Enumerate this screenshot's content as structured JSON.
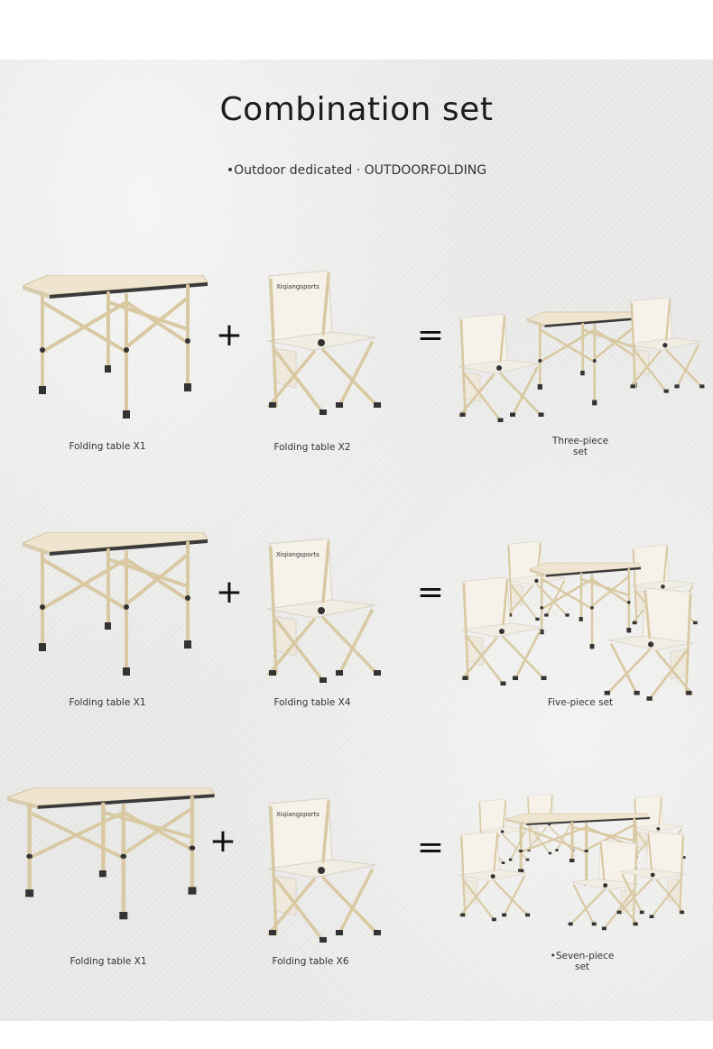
{
  "header": {
    "title": "Combination set",
    "subtitle": "•Outdoor dedicated · OUTDOORFOLDING"
  },
  "brand_on_chair": "Xiqiangsports",
  "operators": {
    "plus": "+",
    "equals": "="
  },
  "rows": [
    {
      "table_label": "Folding table X1",
      "chair_label": "Folding table X2",
      "result_label_1": "Three-piece",
      "result_label_2": "set"
    },
    {
      "table_label": "Folding table X1",
      "chair_label": "Folding table X4",
      "result_label_1": "Five-piece set",
      "result_label_2": ""
    },
    {
      "table_label": "Folding table X1",
      "chair_label": "Folding table X6",
      "result_label_1": "•Seven-piece",
      "result_label_2": "set"
    }
  ],
  "colors": {
    "frame": "#d9c9a3",
    "tabletop": "#efe4cf",
    "chair": "#f6f2ea",
    "background": "#ececea"
  }
}
